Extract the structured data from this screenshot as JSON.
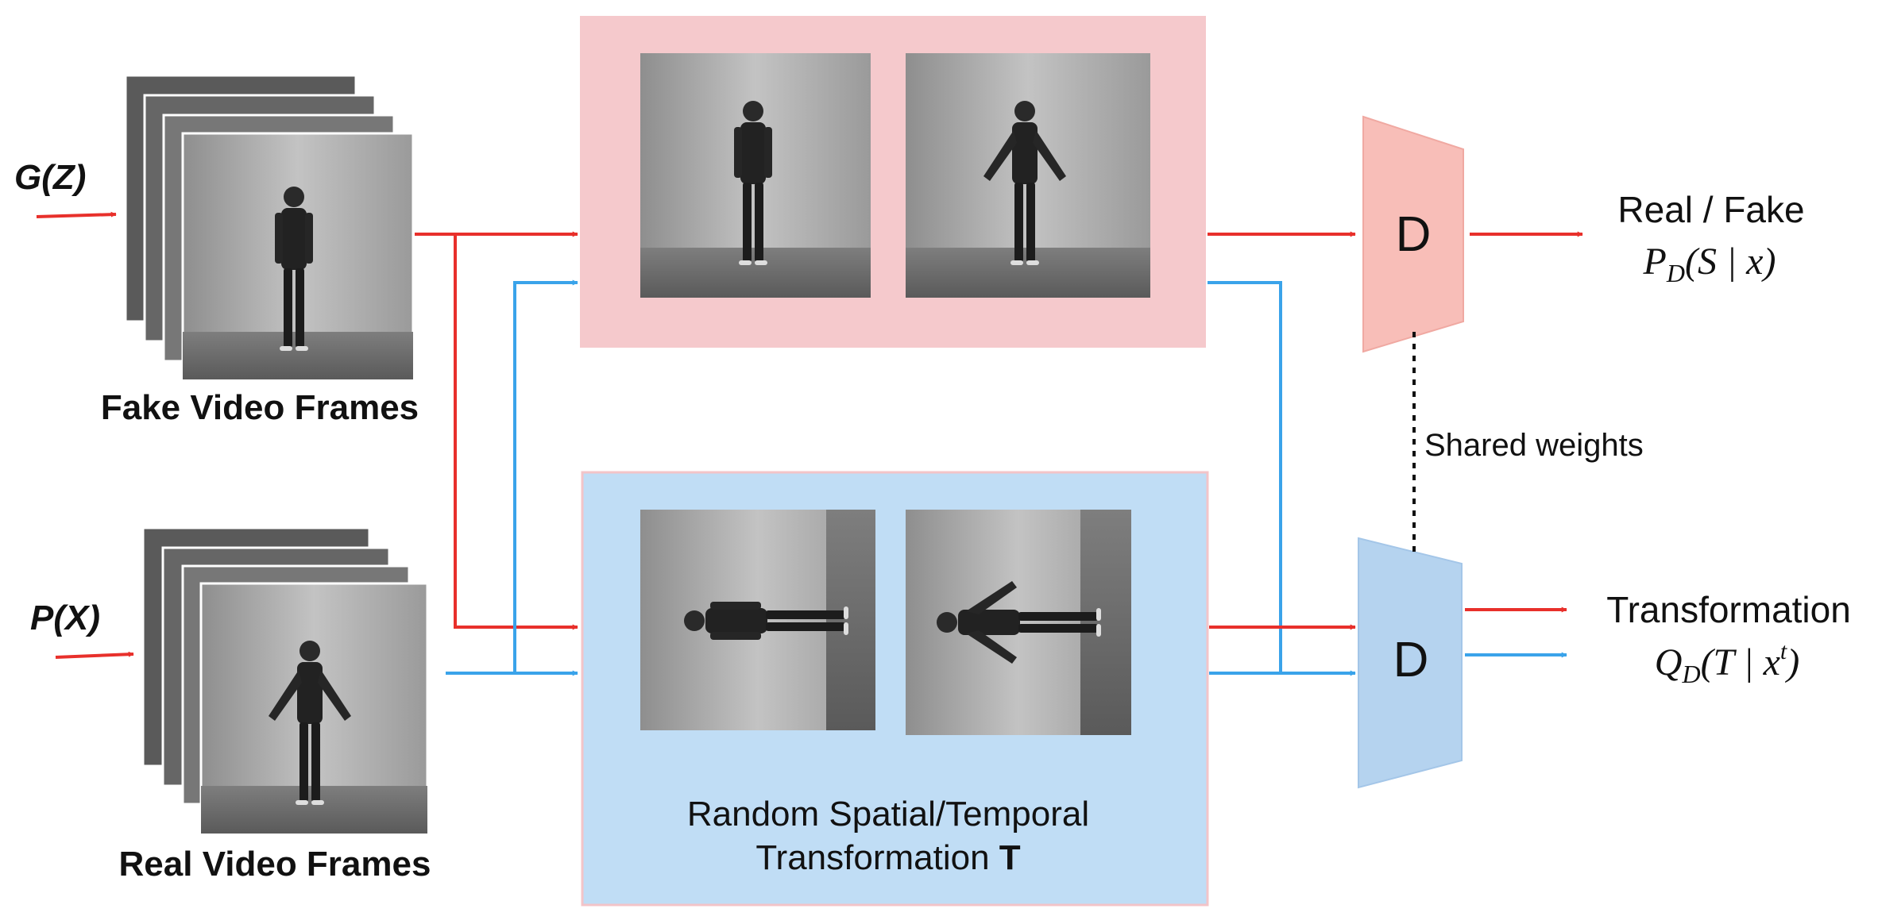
{
  "inputs": {
    "fake": {
      "symbol": "G(Z)",
      "caption": "Fake Video Frames"
    },
    "real": {
      "symbol": "P(X)",
      "caption": "Real Video Frames"
    }
  },
  "transform_box": {
    "line1": "Random Spatial/Temporal",
    "line2_prefix": "Transformation ",
    "line2_symbol": "T"
  },
  "discriminator": {
    "top_label": "D",
    "bottom_label": "D",
    "link_label": "Shared weights"
  },
  "outputs": {
    "top": {
      "title": "Real / Fake",
      "formula": {
        "head": "P",
        "sub": "D",
        "rest": "(S | x)"
      }
    },
    "bottom": {
      "title": "Transformation",
      "formula": {
        "head": "Q",
        "sub": "D",
        "rest_before": "(T | x",
        "sup": "t",
        "rest_after": ")"
      }
    }
  },
  "colors": {
    "fake_arrow": "#e8302b",
    "real_arrow": "#3aa3ea",
    "top_panel": "#f5c9cc",
    "bottom_panel": "#c0ddf5",
    "disc_top": "#f8beb8",
    "disc_bottom": "#b5d3ef"
  },
  "icons": [
    "video-frame-stack",
    "person-silhouette",
    "arrow-head"
  ]
}
